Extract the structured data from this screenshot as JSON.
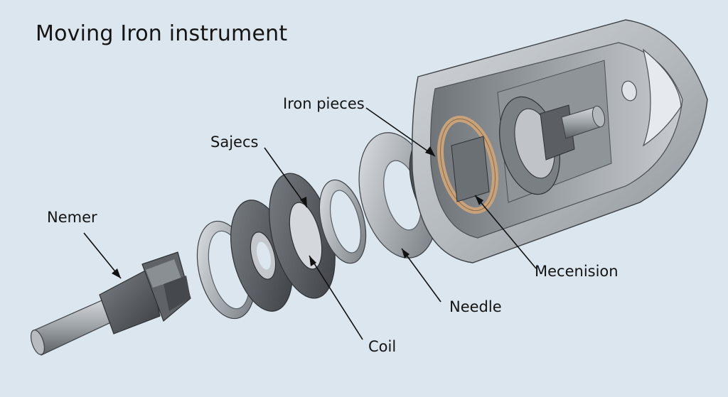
{
  "title": "Moving Iron instrument",
  "labels": {
    "iron_pieces": "Iron pieces",
    "sajecs": "Sajecs",
    "nemer": "Nemer",
    "mecenision": "Mecenision",
    "needle": "Needle",
    "coil": "Coil"
  },
  "colors": {
    "background": "#dce6ee",
    "metal_light": "#c9cdd1",
    "metal_mid": "#8e9398",
    "metal_dark": "#4d5156",
    "housing": "#b9bec3",
    "copper_ring": "#c8a27a",
    "line": "#111111"
  }
}
